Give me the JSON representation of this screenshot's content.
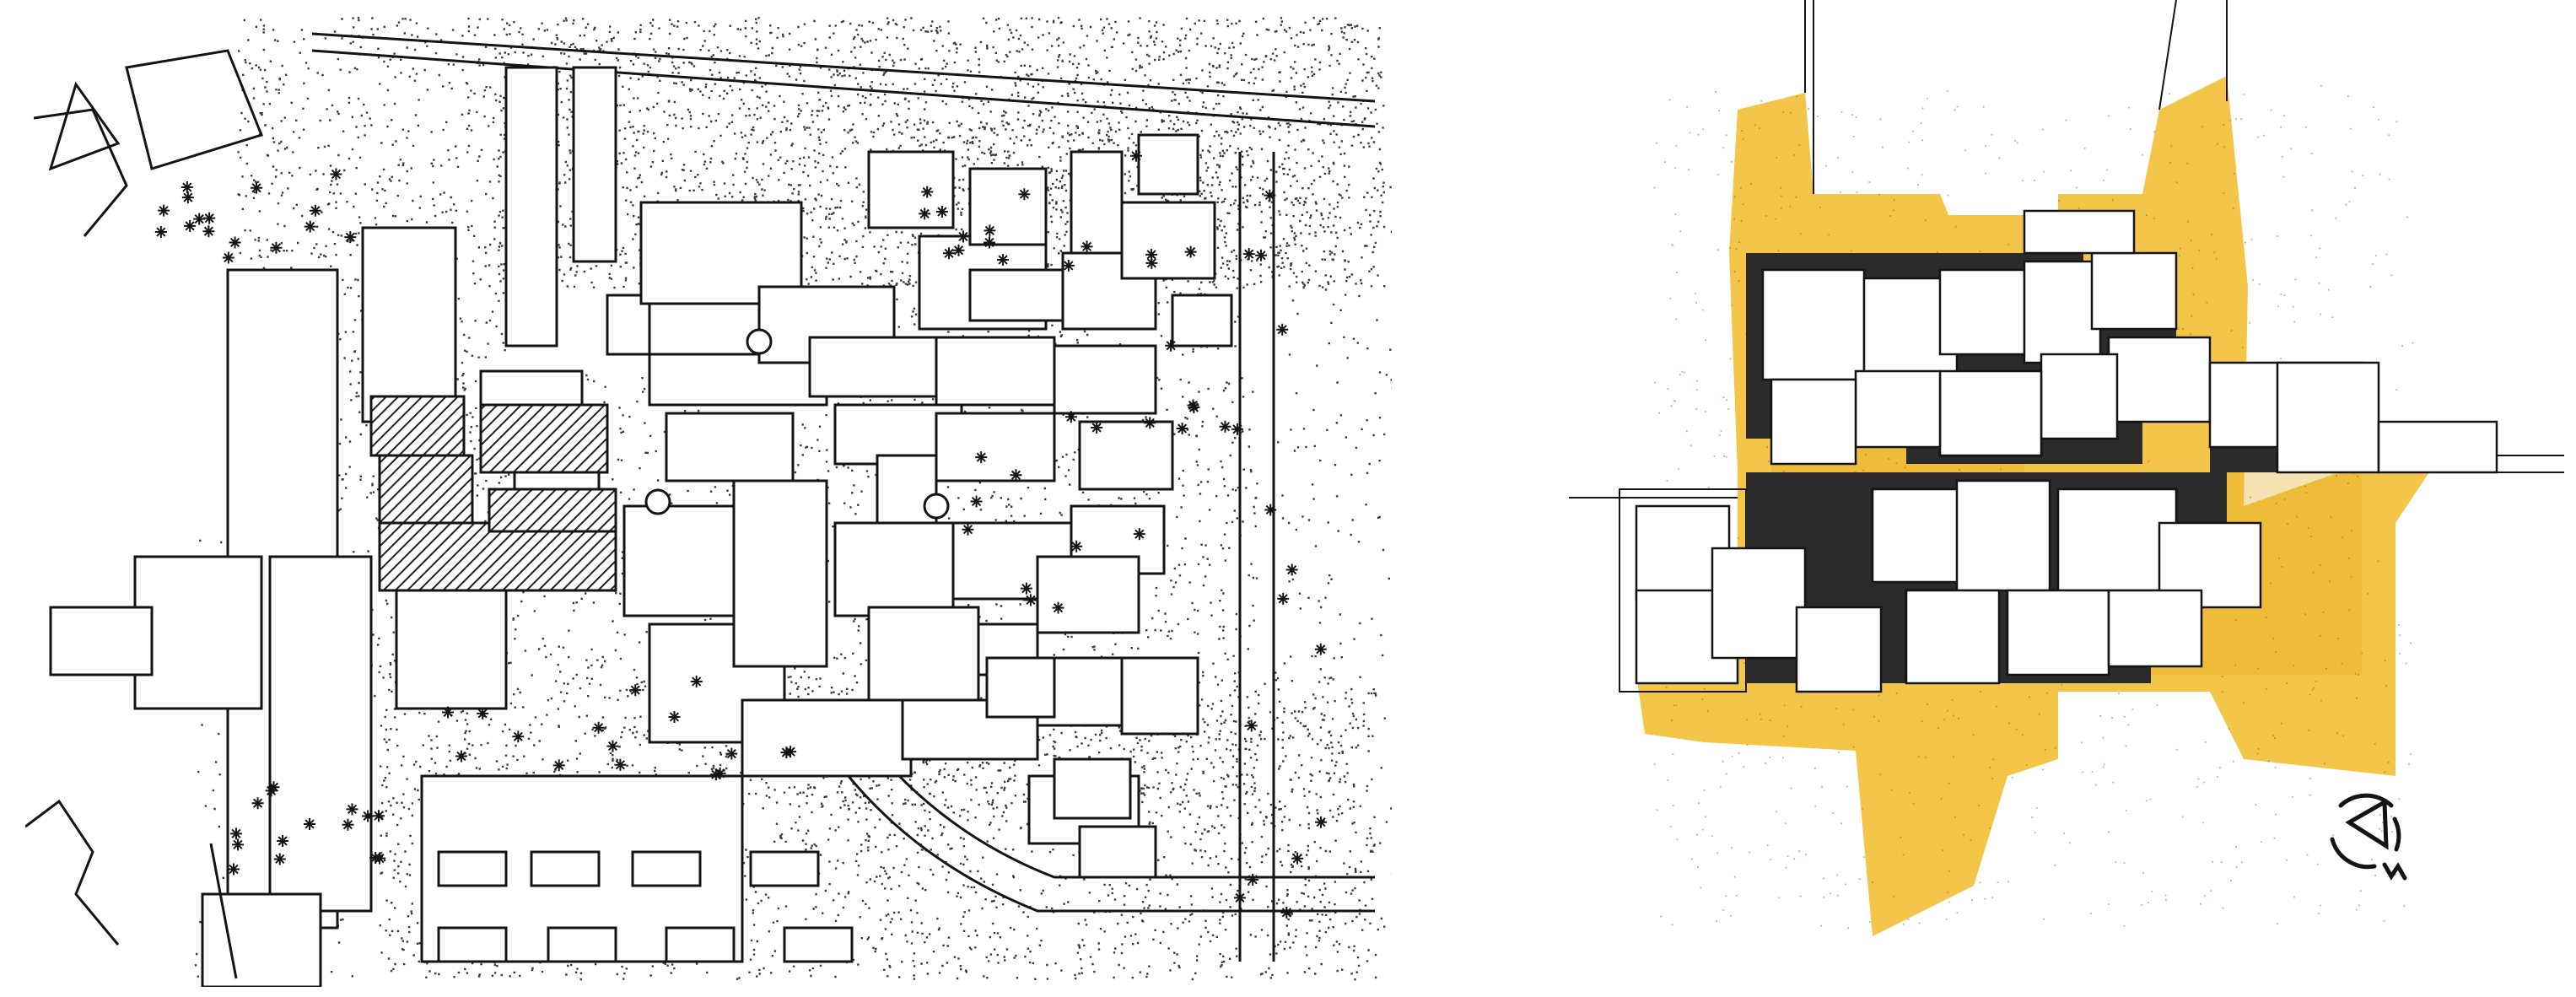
{
  "figure": {
    "panels": [
      {
        "id": "site-plan",
        "style": "black-and-white stipple"
      },
      {
        "id": "courtyard-plan",
        "style": "colored pencil"
      }
    ],
    "colors": {
      "ink": "#141414",
      "paper": "#ffffff",
      "stipple": "#3a3a3a",
      "hatch": "#222222",
      "ochre_fill": "#f2c23e",
      "ochre_dark": "#e4ab1f",
      "block_shadow": "#2a2a2a"
    },
    "icons": [
      "north-arrow-icon"
    ]
  }
}
